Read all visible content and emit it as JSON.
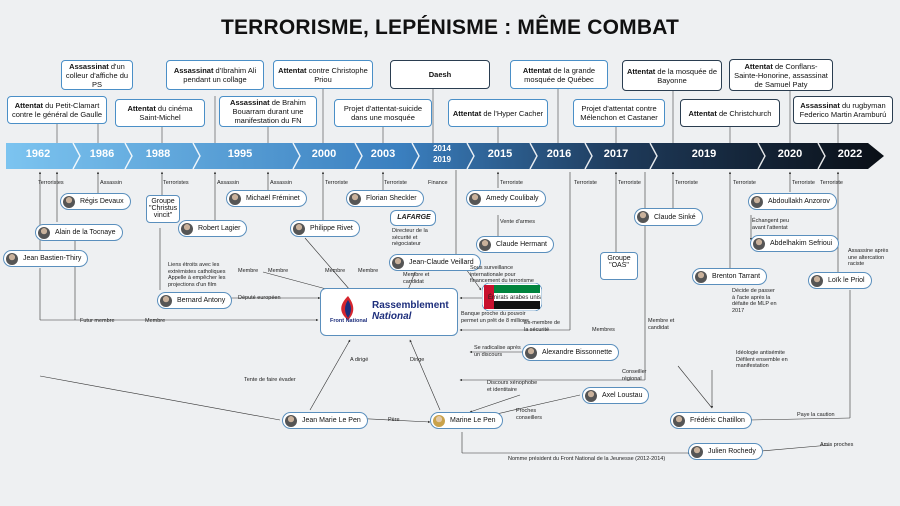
{
  "title": "TERRORISME, LEPÉNISME : MÊME COMBAT",
  "years": [
    "1962",
    "1986",
    "1988",
    "1995",
    "2000",
    "2003",
    "2014",
    "2019",
    "2015",
    "2016",
    "2017",
    "2019",
    "2020",
    "2022"
  ],
  "events": {
    "petit_clamart": {
      "bold": "Attentat",
      "rest": " du Petit-Clamart contre le général de Gaulle"
    },
    "colleur_ps": {
      "bold": "Assassinat",
      "rest": " d'un colleur d'affiche du PS"
    },
    "cinema": {
      "bold": "Attentat",
      "rest": " du cinéma Saint-Michel"
    },
    "ibrahim": {
      "bold": "Assassinat",
      "rest": " d'Ibrahim Ali pendant un collage"
    },
    "bouarram": {
      "bold": "Assassinat",
      "rest": " de Brahim Bouarram durant une manifestation du FN"
    },
    "priou": {
      "bold": "Attentat",
      "rest": " contre Christophe Priou"
    },
    "mosquee_projet": {
      "bold": "Projet d'attentat-suicide",
      "rest": " dans une mosquée"
    },
    "daesh": {
      "bold": "Daesh",
      "rest": ""
    },
    "hyper": {
      "bold": "Attentat",
      "rest": " de l'Hyper Cacher"
    },
    "quebec": {
      "bold": "Attentat",
      "rest": " de la grande mosquée de Québec"
    },
    "melenchon": {
      "bold": "Projet d'attentat",
      "rest": " contre Mélenchon et Castaner"
    },
    "bayonne": {
      "bold": "Attentat",
      "rest": " de la mosquée de Bayonne"
    },
    "christchurch": {
      "bold": "Attentat",
      "rest": " de Christchurch"
    },
    "conflans": {
      "bold": "Attentat",
      "rest": " de Conflans-Sainte-Honorine, assassinat de Samuel Paty"
    },
    "arambru": {
      "bold": "Assassinat",
      "rest": " du rugbyman Federico Martin Aramburú"
    }
  },
  "people": {
    "bastien": "Jean Bastien-Thiry",
    "tocnaye": "Alain de la Tocnaye",
    "devaux": "Régis Devaux",
    "lagier": "Robert Lagier",
    "freminet": "Michaël Fréminet",
    "rivet": "Philippe Rivet",
    "sheckler": "Florian Sheckler",
    "vaillard": "Jean-Claude Veillard",
    "coulibaly": "Amedy Coulibaly",
    "hermant": "Claude Hermant",
    "antony": "Bernard Antony",
    "bissonnette": "Alexandre Bissonnette",
    "sinke": "Claude Sinké",
    "tarrant": "Brenton Tarrant",
    "loustau": "Axel Loustau",
    "chatillon": "Frédéric Chatillon",
    "rochedy": "Julien Rochedy",
    "anzorov": "Abdoullakh Anzorov",
    "sefriou": "Abdelhakim Sefrioui",
    "priol": "Loïk le Priol",
    "jmlp": "Jean Marie Le Pen",
    "mlp": "Marine Le Pen"
  },
  "groups": {
    "christus": "Groupe \"Christus vincit\"",
    "oas": "Groupe \"OAS\""
  },
  "orgs": {
    "fn_logo": "Front National",
    "rn_line1": "Rassemblement",
    "rn_line2": "National",
    "lafarge": "LAFARGE",
    "uae": "Émirats arabes unis"
  },
  "labels": {
    "terroristes": "Terroristes",
    "assassin": "Assassin",
    "terroriste": "Terroriste",
    "finance": "Finance",
    "futur_membre": "Futur membre",
    "membre": "Membre",
    "membres": "Membres",
    "depute": "Député européen",
    "liens": "Liens étroits avec les extrémistes catholiques Appelle à empêcher les projections d'un film",
    "directeur": "Directeur de la sécurité et négociateur",
    "membre_candidat": "Membre et candidat",
    "membre_et_candidat": "Membre et candidat",
    "surveillance": "Sous surveillance internationale pour financement du terrorisme",
    "banque": "Banque proche du pouvoir permet un prêt de 8 millions",
    "vente_armes": "Vente d'armes",
    "ex_membre": "Ex-membre de la sécurité",
    "radicalise": "Se radicalise après un discours",
    "discours": "Discours xénophobe et identitaire",
    "proches": "Proches conseillers",
    "conseiller": "Conseiller régional",
    "decide": "Décide de passer à l'acte après la défaite de MLP en 2017",
    "ideologie": "Idéologie antisémite Défilent ensemble en manifestation",
    "echangent": "Échangent peu avant l'attentat",
    "assassine": "Assassine après une altercation raciste",
    "paye": "Paye la caution",
    "amis": "Amis proches",
    "tente": "Tente de faire évader",
    "a_dirige": "A dirigé",
    "dirige": "Dirige",
    "pere": "Père",
    "nomme": "Nomme président du Front National de la Jeunesse (2012-2014)"
  }
}
